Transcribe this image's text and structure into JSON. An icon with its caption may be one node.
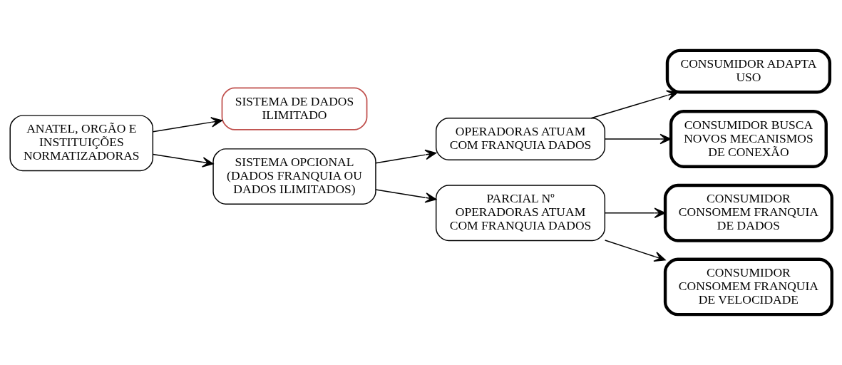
{
  "diagram": {
    "nodes": [
      {
        "text": [
          "ANATEL, ORGÃO E INSTITUIÇÕES NORMATIZADORAS"
        ]
      },
      {
        "text": [
          "SISTEMA DE DADOS ILIMITADO"
        ]
      },
      {
        "text": [
          "SISTEMA OPCIONAL (DADOS FRANQUIA OU DADOS ILIMITADOS)"
        ]
      },
      {
        "text": [
          "OPERADORAS ATUAM COM FRANQUIA DADOS"
        ]
      },
      {
        "text": [
          "PARCIAL Nº OPERADORAS ATUAM COM FRANQUIA DADOS"
        ]
      },
      {
        "text": [
          "CONSUMIDOR ADAPTA USO"
        ]
      },
      {
        "text": [
          "CONSUMIDOR BUSCA NOVOS MECANISMOS DE CONEXÃO"
        ]
      },
      {
        "text": [
          "CONSUMIDOR CONSOMEM FRANQUIA DE DADOS"
        ]
      },
      {
        "text": [
          "CONSUMIDOR CONSOMEM FRANQUIA DE VELOCIDADE"
        ]
      }
    ],
    "edges": [
      {
        "from": 0,
        "to": 1,
        "arrow": "to"
      },
      {
        "from": 0,
        "to": 2,
        "arrow": "to"
      },
      {
        "from": 2,
        "to": 3,
        "arrow": "to"
      },
      {
        "from": 2,
        "to": 4,
        "arrow": "to"
      },
      {
        "from": 3,
        "to": 5,
        "arrow": "to"
      },
      {
        "from": 3,
        "to": 6,
        "arrow": "to"
      },
      {
        "from": 4,
        "to": 7,
        "arrow": "to"
      },
      {
        "from": 4,
        "to": 8,
        "arrow": "to"
      }
    ]
  }
}
